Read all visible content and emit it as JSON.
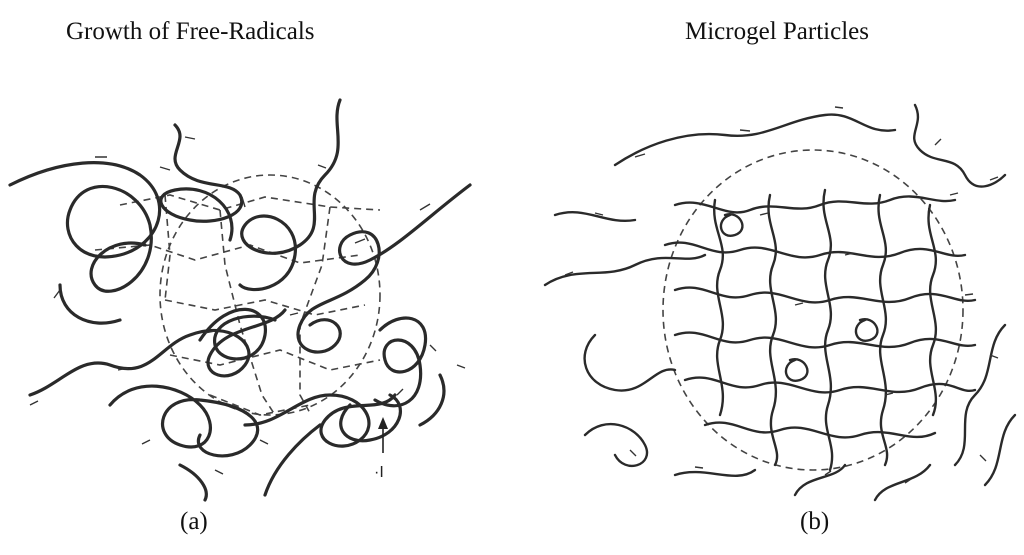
{
  "panel_a": {
    "title": "Growth of Free-Radicals",
    "caption": "(a)",
    "marker_label": "·I"
  },
  "panel_b": {
    "title": "Microgel Particles",
    "caption": "(b)"
  }
}
